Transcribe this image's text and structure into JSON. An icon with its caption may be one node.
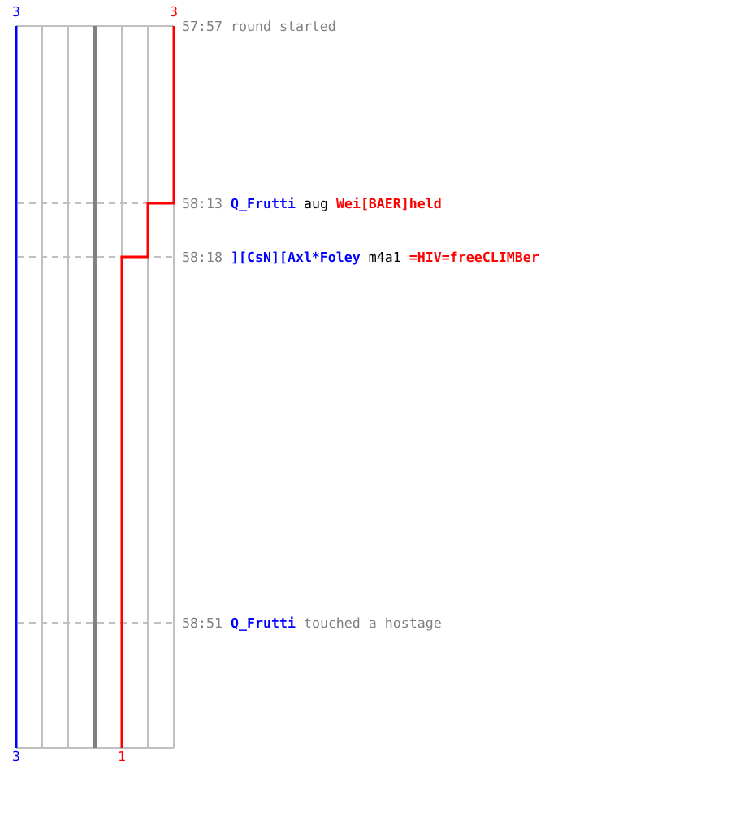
{
  "diagram": {
    "labels": [
      "3",
      "3",
      "57:57",
      "round started",
      "58:13",
      "Q_Frutti",
      "aug",
      "Wei[BAER]held",
      "58:18",
      "][CsN][Axl*Foley",
      "m4a1",
      "=HIV=freeCLIMBer",
      "58:51",
      "Q_Frutti",
      "touched a hostage",
      "3",
      "1"
    ]
  }
}
